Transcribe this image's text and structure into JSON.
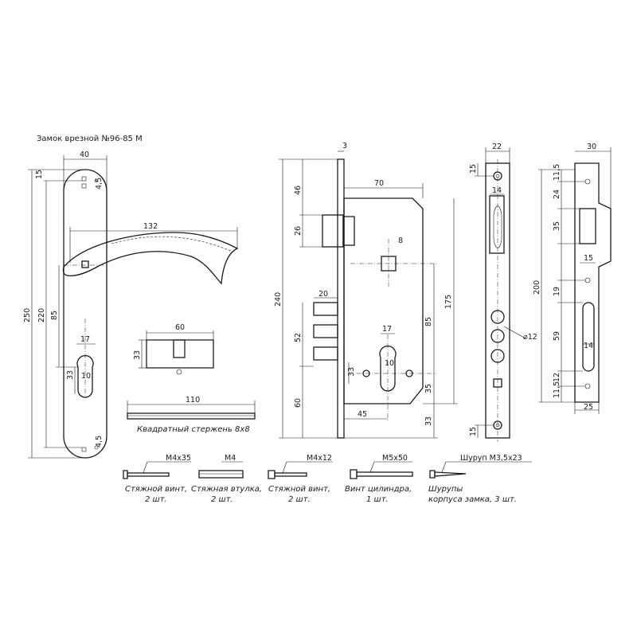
{
  "title": "Замок врезной №96-85 М",
  "colors": {
    "line": "#1a1a1a",
    "background": "#ffffff"
  },
  "handle": {
    "dims": {
      "width": "40",
      "top_hole": "15",
      "hole_offset_top": "4,5",
      "lever": "132",
      "height": "250",
      "hole_span": "220",
      "to_cylinder": "85",
      "cyl_width": "17",
      "cyl_bottom": "33",
      "cyl_round": "10",
      "hole_offset_bottom": "4,5"
    }
  },
  "cylinder": {
    "dims": {
      "length": "60",
      "height": "33"
    }
  },
  "square_bar": {
    "dims": {
      "length": "110"
    },
    "caption": "Квадратный стержень 8х8"
  },
  "lock_body": {
    "dims": {
      "plate": "3",
      "case_width": "70",
      "top_latch": "46",
      "latch_h": "26",
      "spindle_sq": "8",
      "total_h": "240",
      "latch_depth": "20",
      "bolt_zone": "52",
      "to_cylinder": "17",
      "cylinder_round": "10",
      "cyl_h": "33",
      "backset": "85",
      "overall_h": "175",
      "bottom_zone": "60",
      "hole_offset": "45",
      "bottom_gap": "35",
      "bottom_offset": "33"
    }
  },
  "faceplate": {
    "dims": {
      "width": "22",
      "top_hole": "15",
      "inner_w": "14",
      "hole_dia": "⌀12",
      "bottom_hole": "15"
    }
  },
  "strike": {
    "dims": {
      "width": "30",
      "top": "11,5",
      "first": "24",
      "pocket": "35",
      "pocket_w": "15",
      "height": "200",
      "gap": "19",
      "slot": "59",
      "slot_w": "14",
      "gap2": "12",
      "bottom": "11,5",
      "bottom_w": "25"
    }
  },
  "parts": [
    {
      "spec": "М4х35",
      "caption1": "Стяжной винт,",
      "caption2": "2 шт."
    },
    {
      "spec": "М4",
      "caption1": "Стяжная втулка,",
      "caption2": "2 шт."
    },
    {
      "spec": "М4х12",
      "caption1": "Стяжной винт,",
      "caption2": "2 шт."
    },
    {
      "spec": "М5х50",
      "caption1": "Винт цилиндра,",
      "caption2": "1 шт."
    },
    {
      "spec": "Шуруп М3,5х23",
      "caption1": "Шурупы",
      "caption2": "корпуса замка, 3 шт."
    }
  ]
}
